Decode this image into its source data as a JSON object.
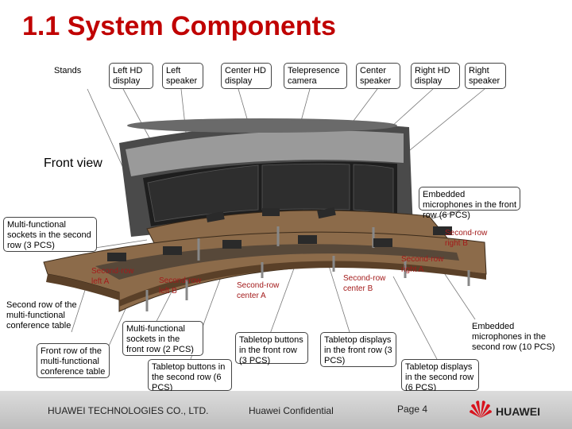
{
  "title": "1.1 System Components",
  "top_labels": {
    "stands": "Stands",
    "left_hd_display": "Left HD display",
    "left_speaker": "Left speaker",
    "center_hd_display": "Center HD display",
    "telepresence_camera": "Telepresence camera",
    "center_speaker": "Center speaker",
    "right_hd_display": "Right HD display",
    "right_speaker": "Right speaker"
  },
  "front_view": "Front view",
  "callouts": {
    "embedded_mics_front": "Embedded microphones in the front row (6 PCS)",
    "multi_sockets_second": "Multi-functional sockets in the second row (3 PCS)",
    "second_row_table": "Second row of the multi-functional conference table",
    "front_row_table": "Front row of the multi-functional conference table",
    "multi_sockets_front": "Multi-functional sockets in the front row (2 PCS)",
    "tabletop_buttons_second": "Tabletop buttons in the second row (6 PCS)",
    "tabletop_buttons_front": "Tabletop buttons in the front row (3 PCS)",
    "tabletop_displays_front": "Tabletop displays in the front row (3 PCS)",
    "embedded_mics_second": "Embedded microphones in the second row (10 PCS)",
    "tabletop_displays_second": "Tabletop displays in the second row (6 PCS)"
  },
  "seat_labels": {
    "right_b": "Second-row right B",
    "right_a": "Second-row right A",
    "center_b": "Second-row center B",
    "center_a": "Second-row center A",
    "left_b": "Second-row left B",
    "left_a": "Second-row left A"
  },
  "footer": {
    "company": "HUAWEI TECHNOLOGIES CO., LTD.",
    "confidential": "Huawei Confidential",
    "page": "Page 4",
    "brand": "HUAWEI"
  }
}
